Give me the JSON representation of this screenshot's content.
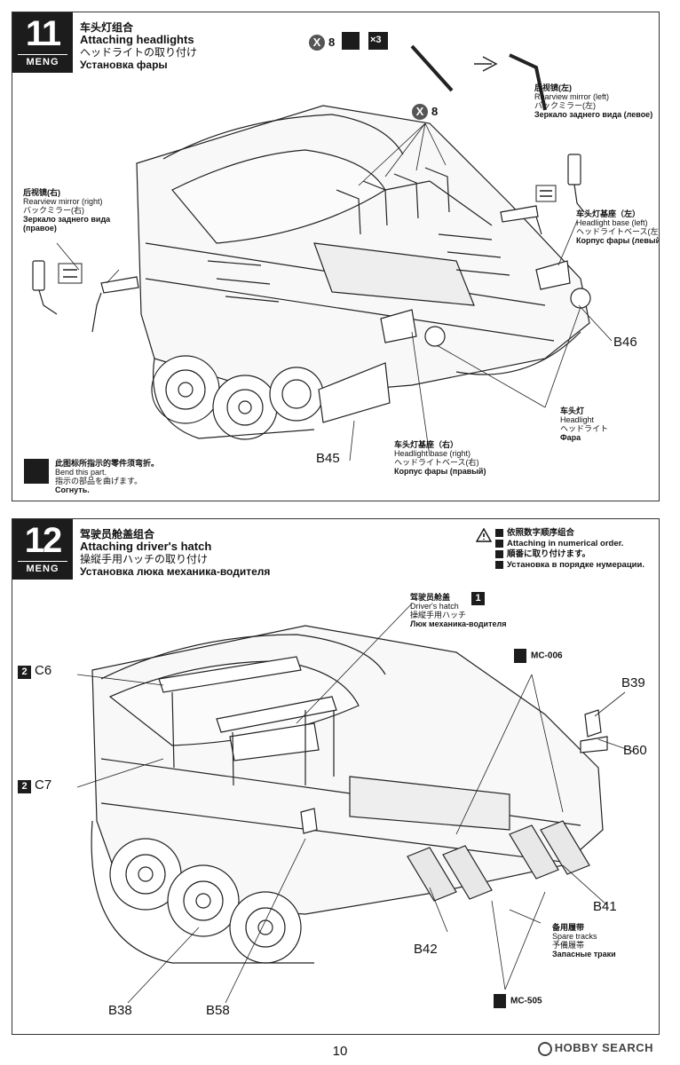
{
  "step11": {
    "number": "11",
    "logo": "MENG",
    "title_cn": "车头灯组合",
    "title_en": "Attaching headlights",
    "title_jp": "ヘッドライトの取り付け",
    "title_ru": "Установка фары",
    "qty_top": "8",
    "qty_mult": "×3",
    "qty_mid": "8",
    "x_glyph": "X",
    "mirror_left": {
      "cn": "后视镜(左)",
      "en": "Rearview mirror (left)",
      "jp": "バックミラー(左)",
      "ru": "Зеркало заднего вида (левое)"
    },
    "mirror_right": {
      "cn": "后视镜(右)",
      "en": "Rearview mirror (right)",
      "jp": "バックミラー(右)",
      "ru_1": "Зеркало заднего вида",
      "ru_2": "(правое)"
    },
    "base_left": {
      "cn": "车头灯基座（左）",
      "en": "Headlight base (left)",
      "jp": "ヘッドライトベース(左)",
      "ru": "Корпус фары (левый)"
    },
    "base_right": {
      "cn": "车头灯基座（右）",
      "en": "Headlight base (right)",
      "jp": "ヘッドライトベース(右)",
      "ru": "Корпус фары (правый)"
    },
    "headlight": {
      "cn": "车头灯",
      "en": "Headlight",
      "jp": "ヘッドライト",
      "ru": "Фара"
    },
    "part_b46": "B46",
    "part_b45": "B45",
    "bend_note": {
      "cn": "此图标所指示的零件须弯折。",
      "en": "Bend this part.",
      "jp": "指示の部品を曲げます。",
      "ru": "Согнуть."
    }
  },
  "step12": {
    "number": "12",
    "logo": "MENG",
    "title_cn": "驾驶员舱盖组合",
    "title_en": "Attaching driver's hatch",
    "title_jp": "操縦手用ハッチの取り付け",
    "title_ru": "Установка люка механика-водителя",
    "order_note": {
      "cn": "依照数字顺序组合",
      "en": "Attaching in numerical order.",
      "jp": "順番に取り付けます。",
      "ru": "Установка в порядке нумерации."
    },
    "hatch": {
      "num": "1",
      "cn": "驾驶员舱盖",
      "en": "Driver's hatch",
      "jp": "操縦手用ハッチ",
      "ru": "Люк механика-водителя"
    },
    "c6": {
      "num": "2",
      "part": "C6"
    },
    "c7": {
      "num": "2",
      "part": "C7"
    },
    "mc006": "MC-006",
    "mc505": "MC-505",
    "part_b39": "B39",
    "part_b60": "B60",
    "part_b41": "B41",
    "part_b42": "B42",
    "part_b38": "B38",
    "part_b58": "B58",
    "spare_tracks": {
      "cn": "备用履带",
      "en": "Spare tracks",
      "jp": "予備履帯",
      "ru": "Запасные траки"
    }
  },
  "footer": {
    "page_number": "10",
    "watermark": "HOBBY SEARCH"
  }
}
